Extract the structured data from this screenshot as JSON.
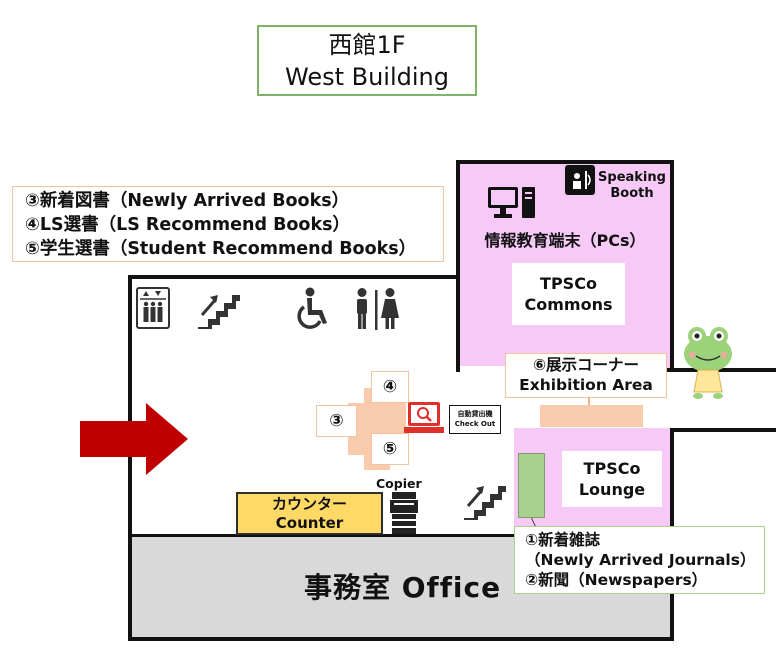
{
  "title": {
    "line1": "西館1F",
    "line2": "West Building"
  },
  "legend": {
    "item3": "③新着図書（Newly Arrived Books）",
    "item4": "④LS選書（LS Recommend Books）",
    "item5": "⑤学生選書（Student Recommend Books）"
  },
  "areas": {
    "pcs": "情報教育端末（PCs）",
    "speaking_booth": {
      "line1": "Speaking",
      "line2": "Booth"
    },
    "commons": {
      "line1": "TPSCo",
      "line2": "Commons"
    },
    "exhibition": {
      "line1": "⑥展示コーナー",
      "line2": "Exhibition Area"
    },
    "lounge": {
      "line1": "TPSCo",
      "line2": "Lounge"
    },
    "office": "事務室  Office",
    "counter": {
      "line1": "カウンター",
      "line2": "Counter"
    },
    "copier": "Copier",
    "checkout": {
      "line1": "自動貸出機",
      "line2": "Check Out"
    },
    "journals": {
      "line1": "①新着雑誌",
      "line2": "（Newly Arrived Journals）",
      "line3": "②新聞（Newspapers）"
    }
  },
  "shelf_numbers": {
    "n3": "③",
    "n4": "④",
    "n5": "⑤"
  },
  "icons": [
    "elevator-icon",
    "stairs-icon",
    "wheelchair-icon",
    "restroom-icon",
    "computer-icon",
    "speaking-booth-icon",
    "self-checkout-icon",
    "copier-icon",
    "entrance-arrow-icon",
    "frog-mascot-icon"
  ],
  "colors": {
    "pink_room": "#f7c9f7",
    "shelf_peach": "#f8cbad",
    "counter_yellow": "#ffd966",
    "office_gray": "#d9d9d9",
    "journal_green": "#a9d18e",
    "entrance_red": "#c00000",
    "checkout_red": "#e0302c"
  }
}
